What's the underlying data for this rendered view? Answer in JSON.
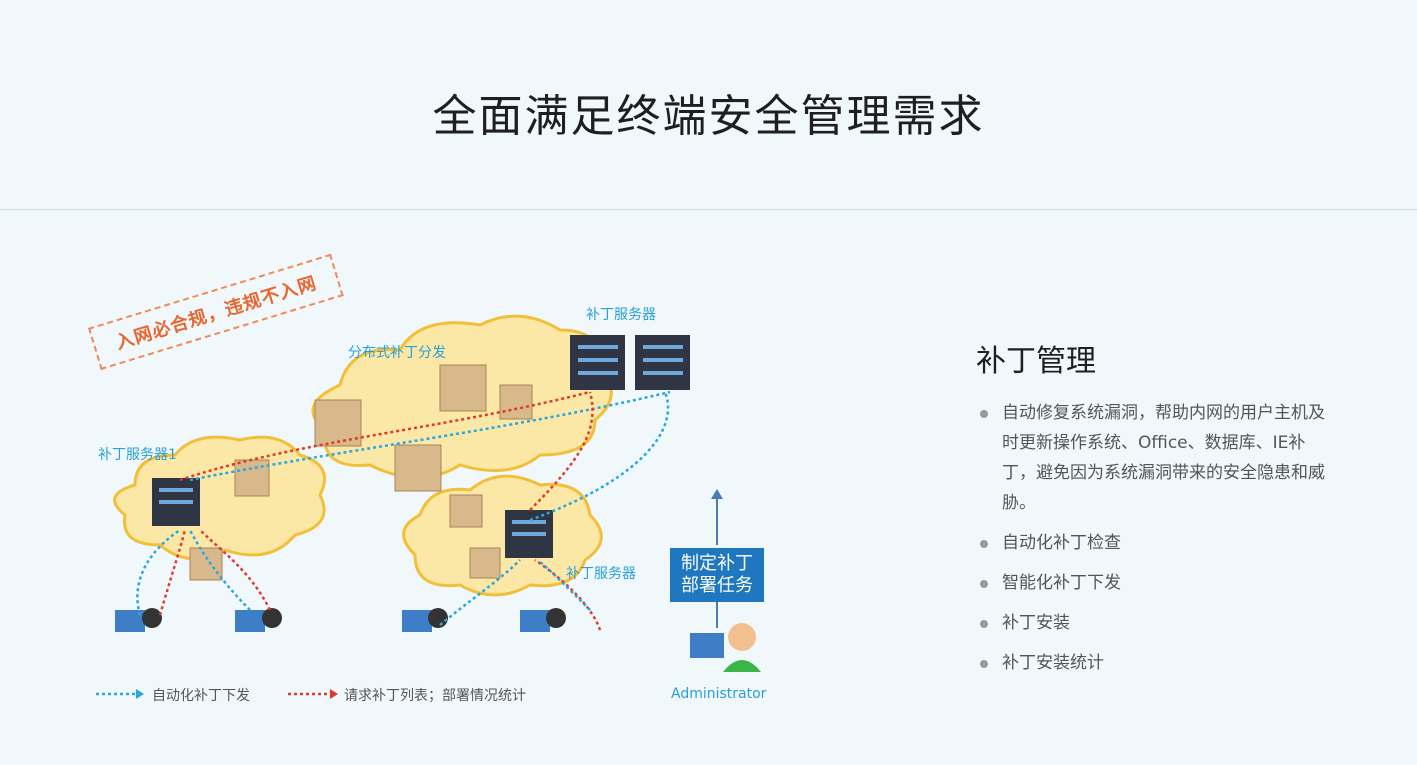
{
  "header": {
    "title": "全面满足终端安全管理需求"
  },
  "diagram": {
    "stamp": "入网必合规，违规不入网",
    "label_distributed": "分布式补丁分发",
    "label_server_top": "补丁服务器",
    "label_server1": "补丁服务器1",
    "label_server_right": "补丁服务器",
    "task_line1": "制定补丁",
    "task_line2": "部署任务",
    "admin": "Administrator",
    "legend_blue": "自动化补丁下发",
    "legend_red": "请求补丁列表；部署情况统计",
    "colors": {
      "blue": "#2aa7e0",
      "red": "#e23a2a",
      "cloud": "#fbe7a6",
      "cloud_border": "#f2bf3a"
    }
  },
  "section": {
    "title": "补丁管理",
    "items": [
      "自动修复系统漏洞，帮助内网的用户主机及时更新操作系统、Office、数据库、IE补丁，避免因为系统漏洞带来的安全隐患和威胁。",
      "自动化补丁检查",
      "智能化补丁下发",
      "补丁安装",
      "补丁安装统计"
    ]
  }
}
